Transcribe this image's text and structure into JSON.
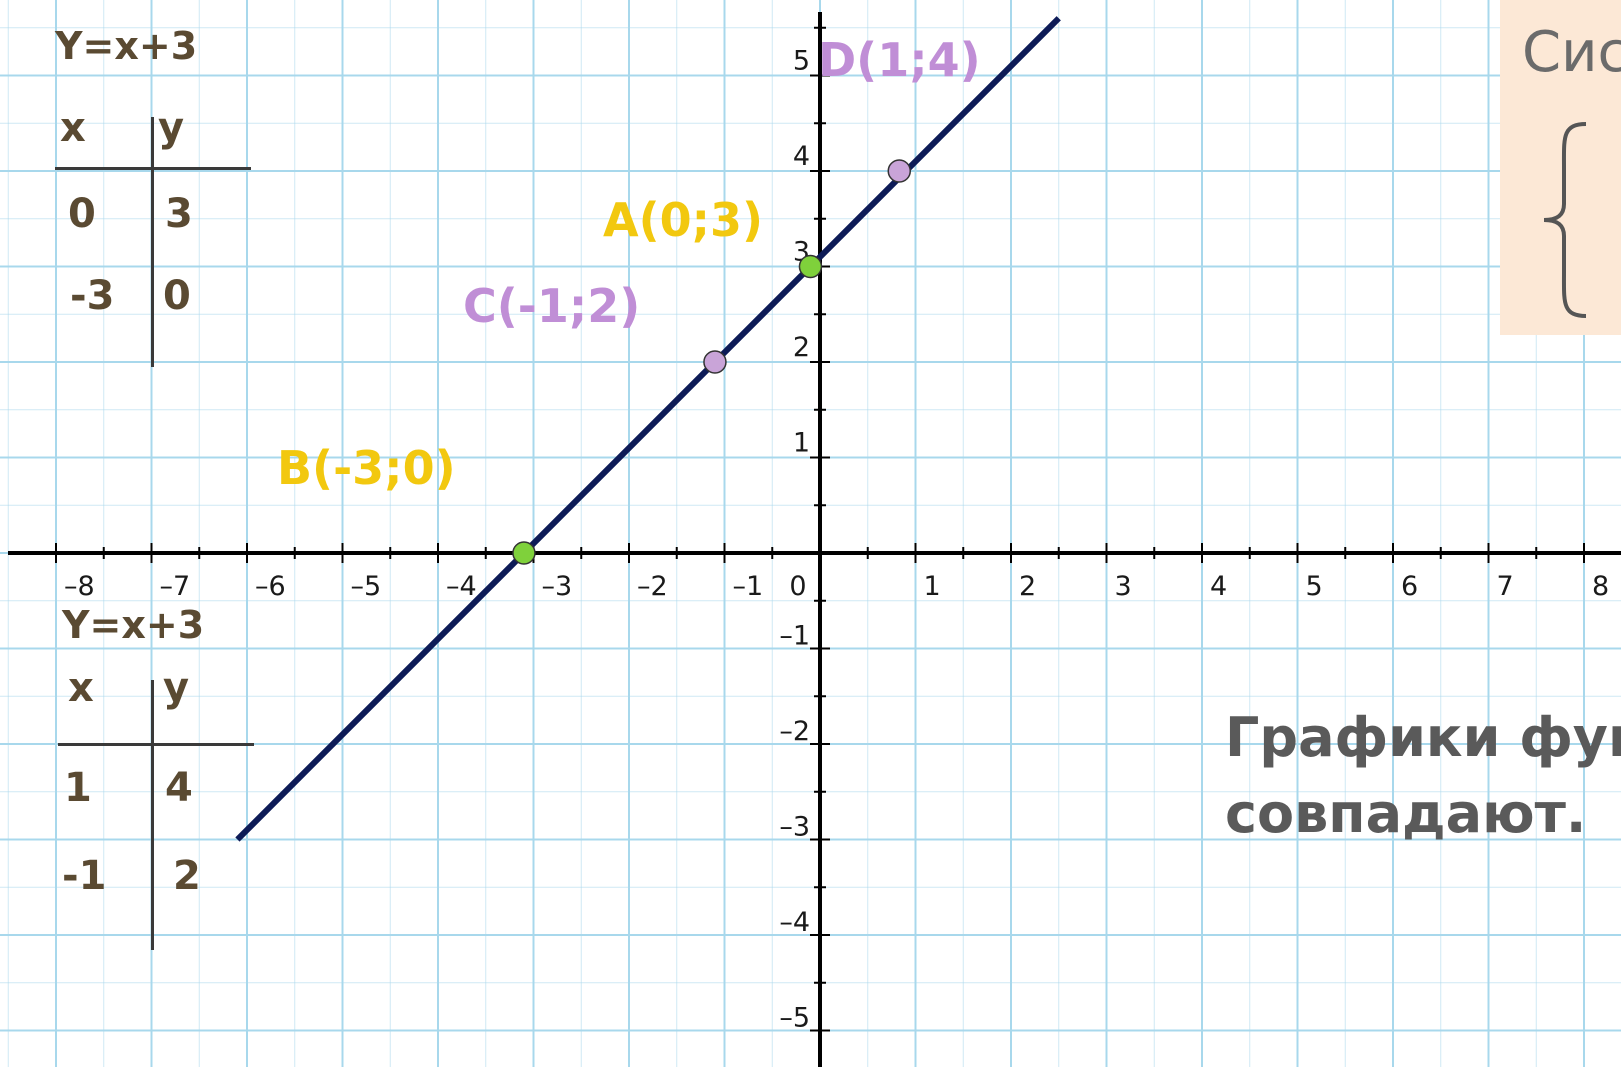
{
  "chart_data": {
    "type": "line",
    "function_label_top": "Y=x+3",
    "function_label_bottom": "Y=x+3",
    "xlim": [
      -8.5,
      8.3
    ],
    "ylim": [
      -5.4,
      5.5
    ],
    "x_ticks": [
      "–8",
      "–7",
      "–6",
      "–5",
      "–4",
      "–3",
      "–2",
      "–1",
      "0",
      "1",
      "2",
      "3",
      "4",
      "5",
      "6",
      "7",
      "8"
    ],
    "y_ticks": [
      "5",
      "4",
      "3",
      "2",
      "1",
      "–1",
      "–2",
      "–3",
      "–4",
      "–5"
    ],
    "grid": true,
    "series": [
      {
        "color": "#0d1b57",
        "x": [
          -6.1,
          2.5
        ],
        "y": [
          -3.0,
          5.6
        ]
      }
    ],
    "points": [
      {
        "label": "D(1;4)",
        "x": 1,
        "y": 4,
        "fill": "#c9a4d8",
        "label_color": "#c08ed6"
      },
      {
        "label": "A(0;3)",
        "x": 0,
        "y": 3,
        "fill": "#7fd13b",
        "label_color": "#f2c80f"
      },
      {
        "label": "C(-1;2)",
        "x": -1,
        "y": 2,
        "fill": "#c9a4d8",
        "label_color": "#c08ed6"
      },
      {
        "label": "B(-3;0)",
        "x": -3,
        "y": 0,
        "fill": "#7fd13b",
        "label_color": "#f2c80f"
      }
    ]
  },
  "table_top": {
    "col_x": "x",
    "col_y": "y",
    "rows": [
      {
        "x": "0",
        "y": "3"
      },
      {
        "x": "-3",
        "y": "0"
      }
    ]
  },
  "table_bottom": {
    "col_x": "x",
    "col_y": "y",
    "rows": [
      {
        "x": "1",
        "y": "4"
      },
      {
        "x": "-1",
        "y": "2"
      }
    ]
  },
  "system_panel": {
    "title": "Сис"
  },
  "conclusion": {
    "line1": "Графики функций",
    "line2": "совпадают."
  },
  "colors": {
    "grid": "#a8d8ec",
    "axis": "#000000",
    "line": "#0d1b57",
    "label_yellow": "#f2c80f",
    "label_purple": "#c08ed6",
    "table_text": "#5a4a32",
    "panel_bg": "#fce8d6"
  }
}
